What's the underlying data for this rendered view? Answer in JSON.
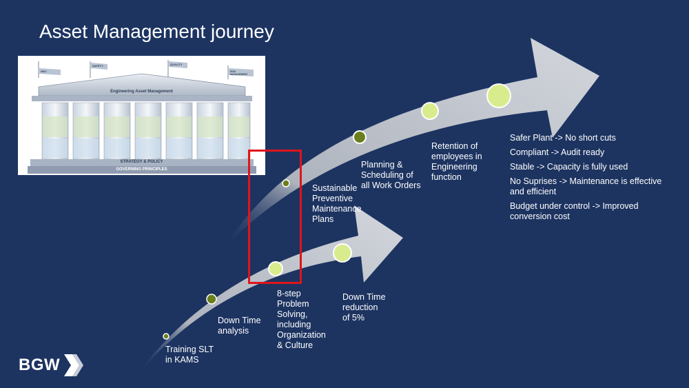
{
  "title": "Asset Management journey",
  "milestones_lower": [
    {
      "label": "Training SLT\nin KAMS"
    },
    {
      "label": "Down Time\nanalysis"
    },
    {
      "label": "8-step\nProblem\nSolving,\nincluding\nOrganization\n& Culture"
    },
    {
      "label": "Down Time\nreduction\nof 5%"
    }
  ],
  "milestones_upper": [
    {
      "label": "Sustainable\nPreventive\nMaintenance\nPlans"
    },
    {
      "label": "Planning &\nScheduling of\nall Work Orders"
    },
    {
      "label": "Retention of\nemployees in\nEngineering\nfunction"
    }
  ],
  "outcomes": [
    "Safer Plant -> No short cuts",
    "Compliant -> Audit ready",
    "Stable -> Capacity is fully used",
    "No Suprises -> Maintenance is effective and efficient",
    "Budget under control -> Improved conversion cost"
  ],
  "temple": {
    "flags": [
      "HEO",
      "SAFETY",
      "QUALITY",
      "RISK MANAGEMENT"
    ],
    "roof_label": "Engineering Asset Management",
    "strategy_label": "STRATEGY & POLICY",
    "governing_label": "GOVERNING PRINCIPLES"
  },
  "logo": {
    "text": "BGW"
  },
  "colors": {
    "background": "#1d3461",
    "arrow": "#c7cbd3",
    "dot_dark": "#6b7f1e",
    "dot_light": "#d8ec8e",
    "highlight": "#e0141a"
  }
}
